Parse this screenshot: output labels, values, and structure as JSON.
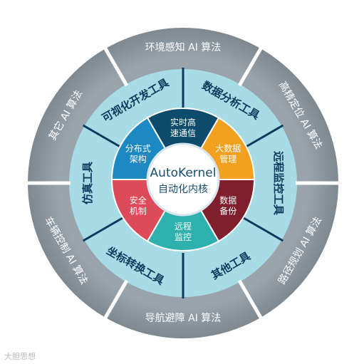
{
  "center": {
    "title": "AutoKernel",
    "subtitle": "自动化内核"
  },
  "inner_segments": [
    {
      "id": "realtime",
      "lines": [
        "实时高",
        "速通信"
      ],
      "color": "#0d4b6c"
    },
    {
      "id": "bigdata",
      "lines": [
        "大数据",
        "管理"
      ],
      "color": "#f2a01f"
    },
    {
      "id": "backup",
      "lines": [
        "数据",
        "备份"
      ],
      "color": "#7f1e2c"
    },
    {
      "id": "remote",
      "lines": [
        "远程",
        "监控"
      ],
      "color": "#2eb0ae"
    },
    {
      "id": "security",
      "lines": [
        "安全",
        "机制"
      ],
      "color": "#dd4a5a"
    },
    {
      "id": "distributed",
      "lines": [
        "分布式",
        "架构"
      ],
      "color": "#1c89c3"
    }
  ],
  "tools_ring": [
    "数据分析工具",
    "远程监控工具",
    "其他工具",
    "坐标转换工具",
    "仿真工具",
    "可视化开发工具"
  ],
  "ai_ring": [
    "环境感知 AI 算法",
    "高精定位 AI 算法",
    "路径规划 AI 算法",
    "导航避障 AI 算法",
    "车辆控制 AI 算法",
    "其它 AI 算法"
  ],
  "colors": {
    "outer_ring": "#8f9aa3",
    "tools_ring": "#a7dbe6",
    "divider": "#0d3a5c",
    "center_fill": "#ffffff"
  },
  "watermark": "大胆思想"
}
